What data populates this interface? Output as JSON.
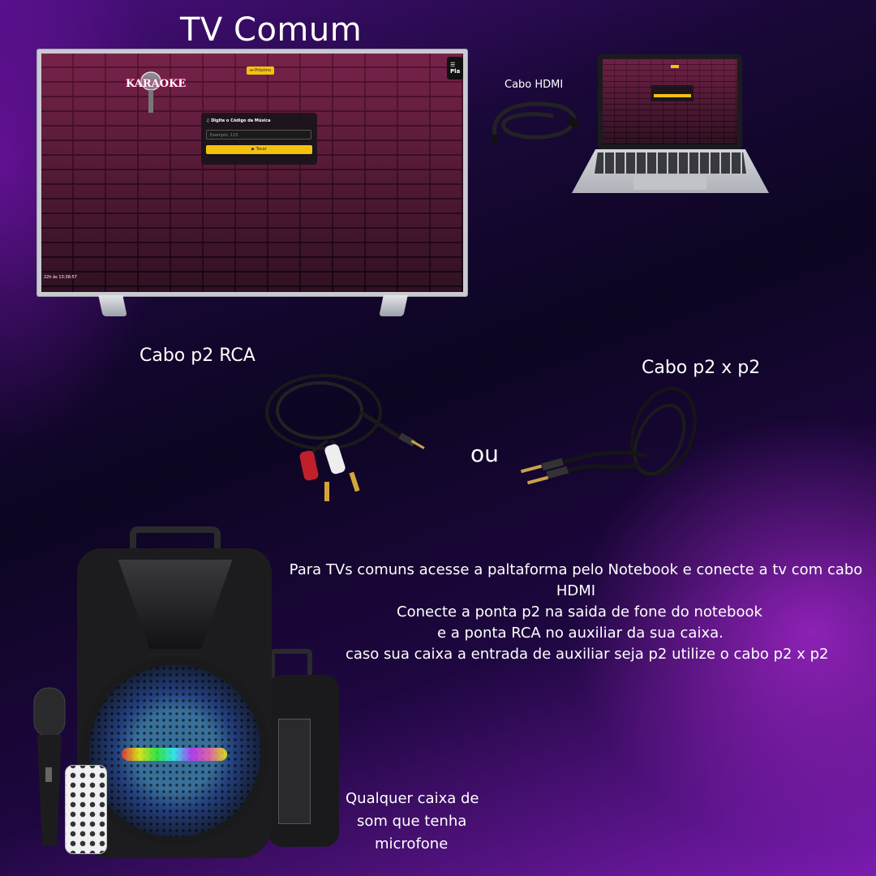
{
  "heading": "TV Comum",
  "tv_screen": {
    "next_button": "⏭ Próximo",
    "playlist_button": "☰ Pla",
    "logo_text": "KARAOKE",
    "card_title": "♫ Digite o Código da Música",
    "input_placeholder": "Exemplo: 123",
    "play_button": "▶ Tocar",
    "clock": "22h às 13:38:57"
  },
  "labels": {
    "hdmi": "Cabo HDMI",
    "p2_rca": "Cabo p2 RCA",
    "p2_p2": "Cabo p2  x p2",
    "or": "ou"
  },
  "instructions": {
    "line1": "Para TVs comuns acesse a paltaforma pelo Notebook e conecte a tv  com cabo HDMI",
    "line2": "Conecte a ponta p2 na saida de fone do notebook",
    "line3": "e a ponta RCA no auxiliar da sua caixa.",
    "line4": "caso sua caixa a entrada de auxiliar seja p2 utilize o cabo p2 x p2"
  },
  "speaker_caption": {
    "line1": "Qualquer caixa de",
    "line2": "som que tenha",
    "line3": "microfone"
  },
  "icons": [
    "tv-icon",
    "laptop-icon",
    "hdmi-cable-icon",
    "p2-rca-cable-icon",
    "p2-p2-cable-icon",
    "speaker-icon",
    "microphone-icon",
    "remote-icon"
  ]
}
